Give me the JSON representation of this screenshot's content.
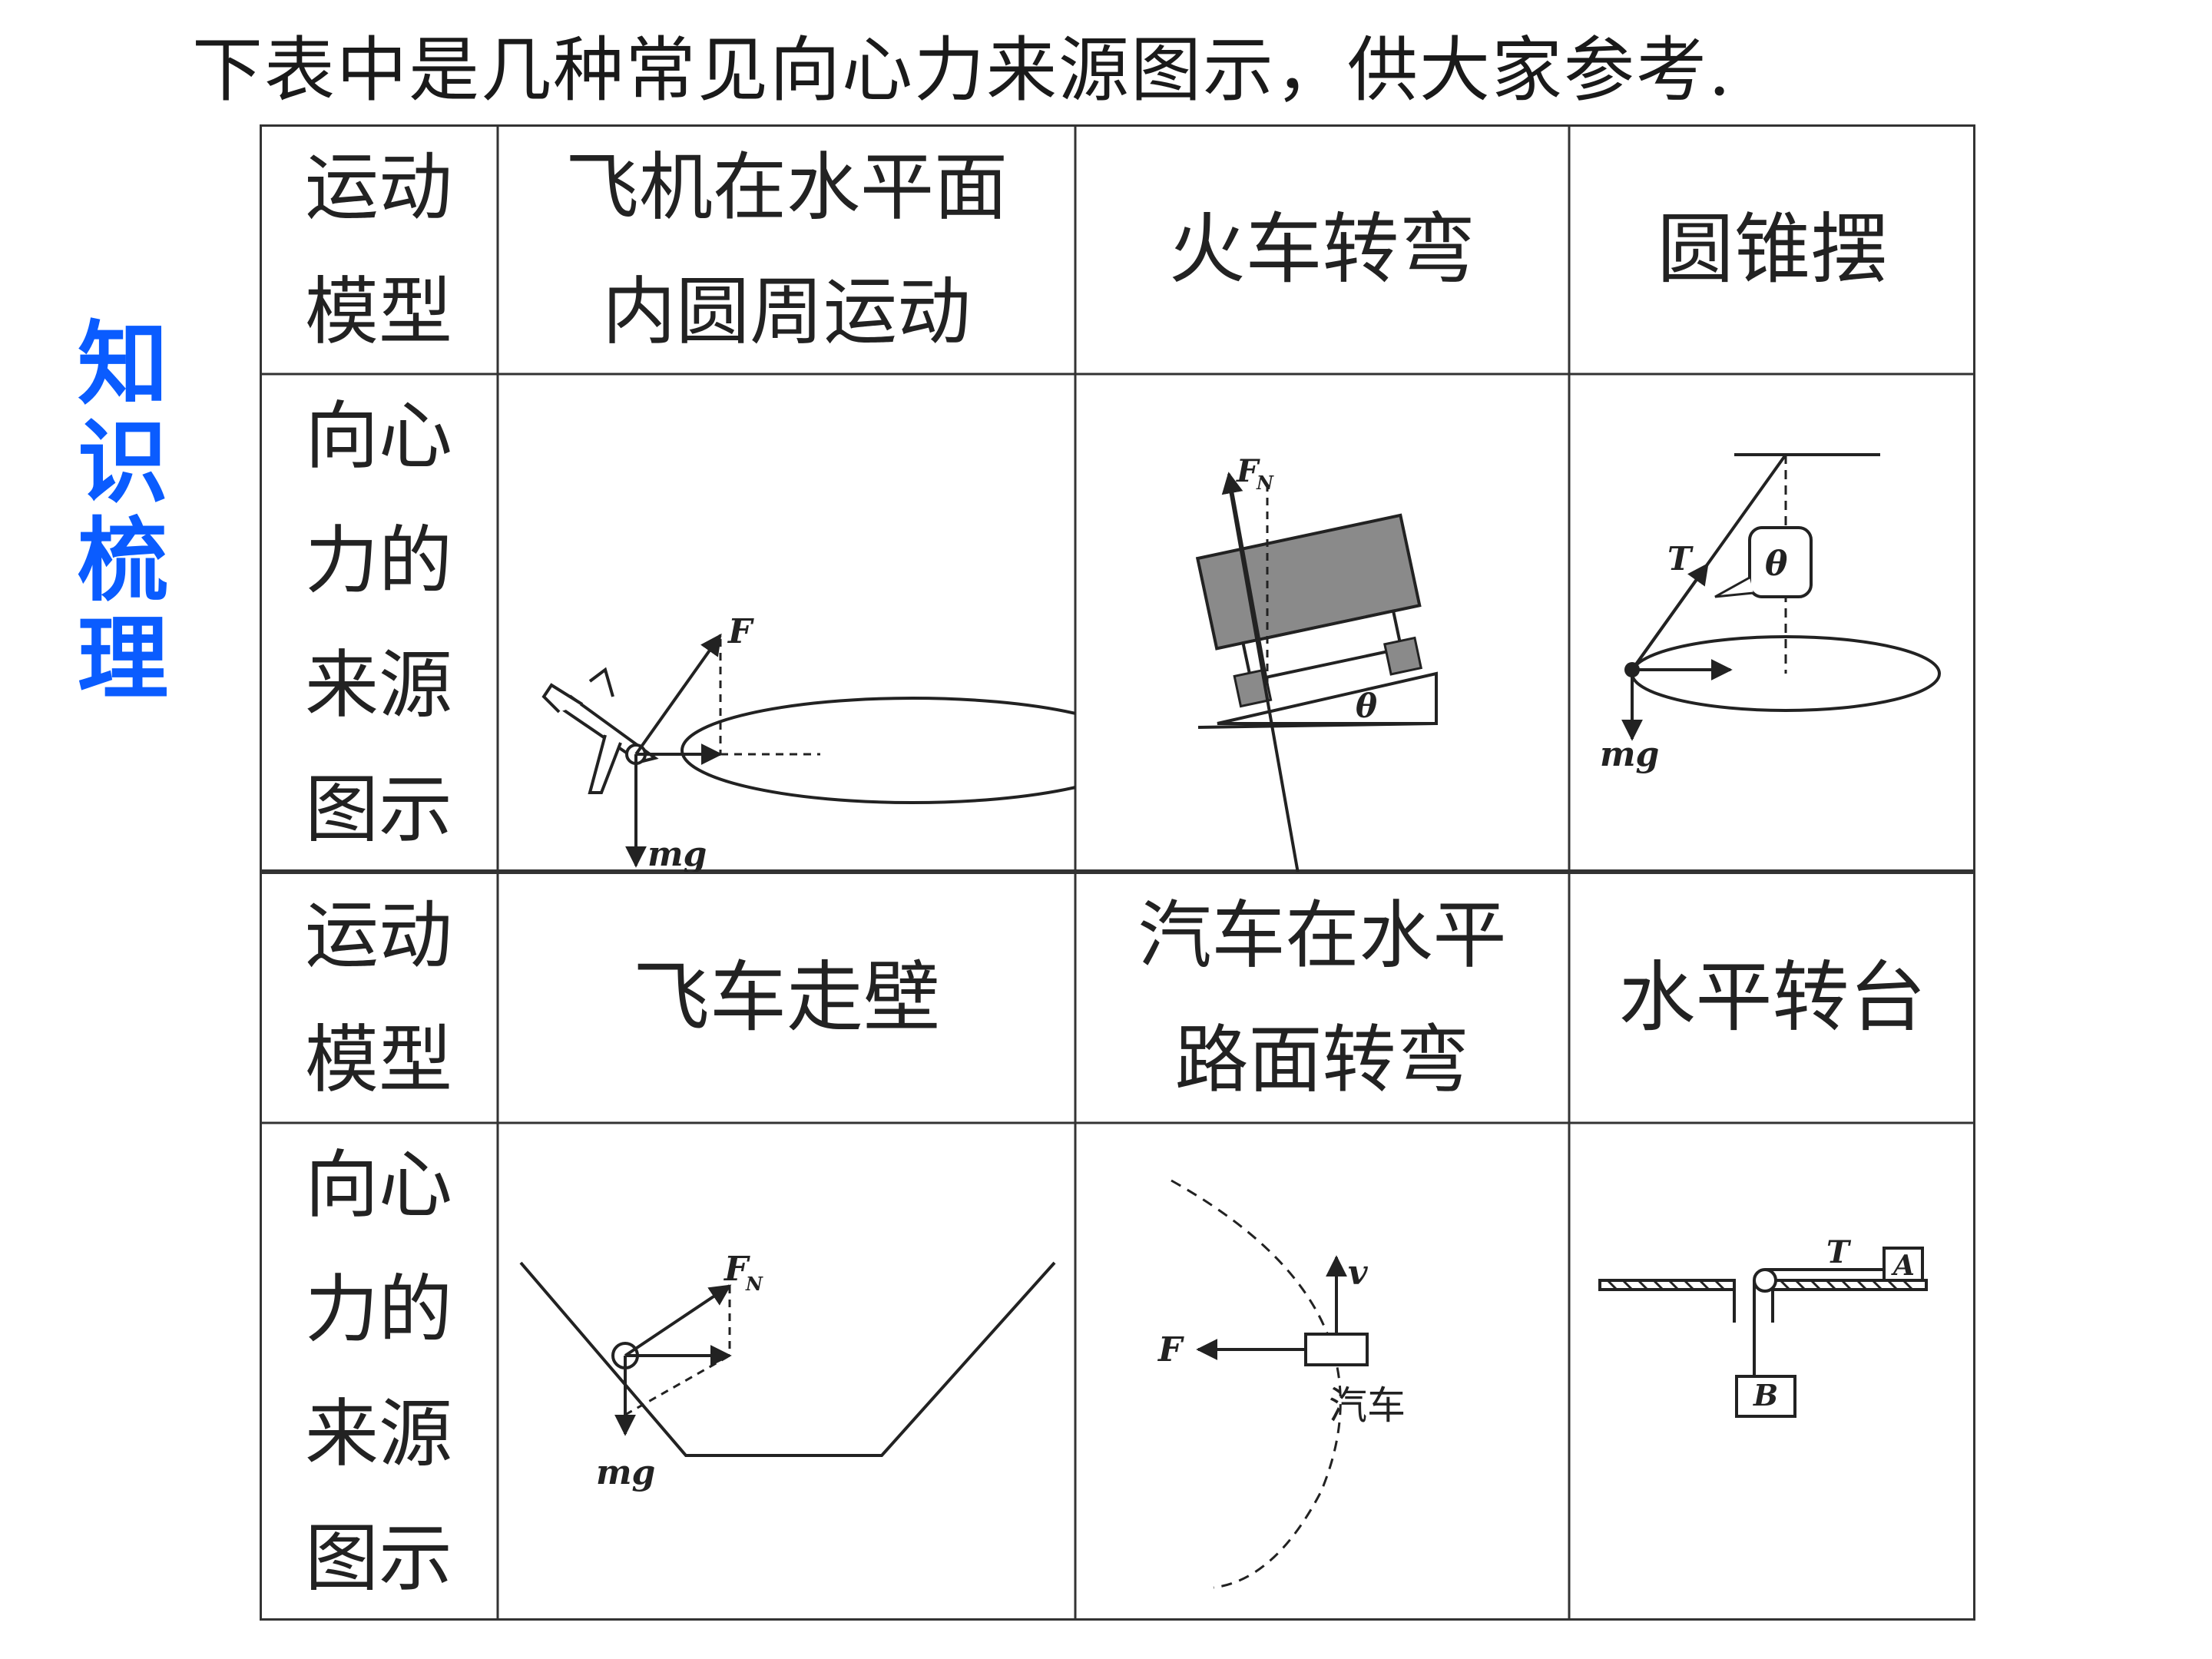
{
  "title": "下表中是几种常见向心力来源图示，供大家参考.",
  "side_label": [
    "知",
    "识",
    "梳",
    "理"
  ],
  "row_headers": {
    "model_lines": [
      "运动",
      "模型"
    ],
    "source_lines": [
      "向心",
      "力的",
      "来源",
      "图示"
    ]
  },
  "models_row1": [
    {
      "line1": "飞机在水平面",
      "line2": "内圆周运动"
    },
    {
      "line1": "火车转弯",
      "line2": ""
    },
    {
      "line1": "圆锥摆",
      "line2": ""
    }
  ],
  "models_row2": [
    {
      "line1": "飞车走壁",
      "line2": ""
    },
    {
      "line1": "汽车在水平",
      "line2": "路面转弯"
    },
    {
      "line1": "水平转台",
      "line2": ""
    }
  ],
  "figure_labels": {
    "plane": {
      "force": "F",
      "weight": "mg"
    },
    "train": {
      "normal": "F",
      "normal_sub": "N",
      "angle": "θ"
    },
    "pendulum": {
      "tension": "T",
      "angle": "θ",
      "weight": "mg"
    },
    "wall": {
      "normal": "F",
      "normal_sub": "N",
      "weight": "mg"
    },
    "car": {
      "velocity": "v",
      "force": "F",
      "car": "汽车"
    },
    "turntable": {
      "tension": "T",
      "block_a": "A",
      "block_b": "B"
    }
  }
}
